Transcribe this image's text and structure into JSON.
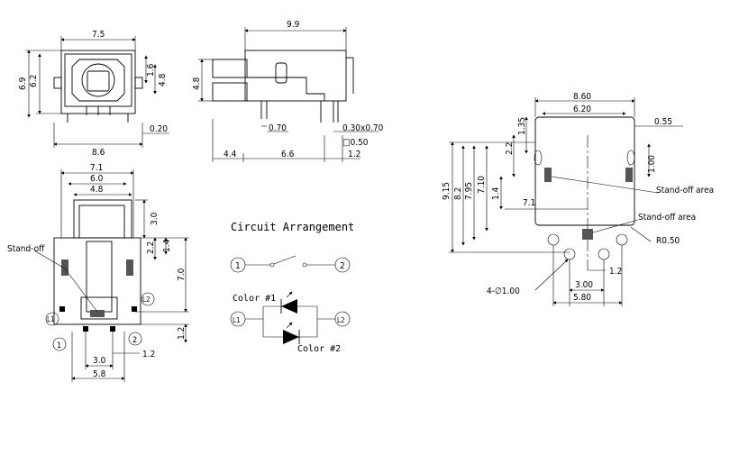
{
  "front_view": {
    "dims": {
      "width_top": "7.5",
      "height_left_outer": "6.9",
      "height_left_inner": "6.2",
      "right_upper": "1.6",
      "right_lower": "4.8",
      "bottom_width": "8.6",
      "bottom_right": "0.20"
    }
  },
  "side_view": {
    "dims": {
      "length_top": "9.9",
      "height_left": "4.8",
      "pin_spacing": "0.70",
      "pin_size": "0.30x0.70",
      "square": "□0.50",
      "bottom_a": "4.4",
      "bottom_b": "6.6",
      "bottom_c": "1.2"
    }
  },
  "bottom_view": {
    "dims": {
      "w1": "7.1",
      "w2": "6.0",
      "w3": "4.8",
      "r1": "3.0",
      "r2": "2.2",
      "r3": "1.4",
      "r4": "7.0",
      "r5": "1.2",
      "b1": "1.2",
      "b2": "3.0",
      "b3": "5.8"
    },
    "standoff_label": "Stand-off",
    "markers": {
      "l1": "L1",
      "l2": "L2",
      "p1": "1",
      "p2": "2"
    }
  },
  "circuit": {
    "title": "Circuit Arrangement",
    "pin1": "1",
    "pin2": "2",
    "color1": "Color #1",
    "color2": "Color #2",
    "l1": "L1",
    "l2": "L2"
  },
  "pcb_layout": {
    "dims": {
      "w_outer": "8.60",
      "w_inner": "6.20",
      "w_right": "0.55",
      "h1": "1.35",
      "h2": "2.2",
      "v1": "1.00",
      "left_915": "9.15",
      "left_82": "8.2",
      "left_795": "7.95",
      "left_710": "7.10",
      "left_14": "1.4",
      "mid_71": "7.1",
      "bottom_12": "1.2",
      "bottom_300": "3.00",
      "bottom_580": "5.80"
    },
    "standoff_1": "Stand-off area",
    "standoff_2": "Stand-off area",
    "radius": "R0.50",
    "holes": "4-∅1.00"
  }
}
